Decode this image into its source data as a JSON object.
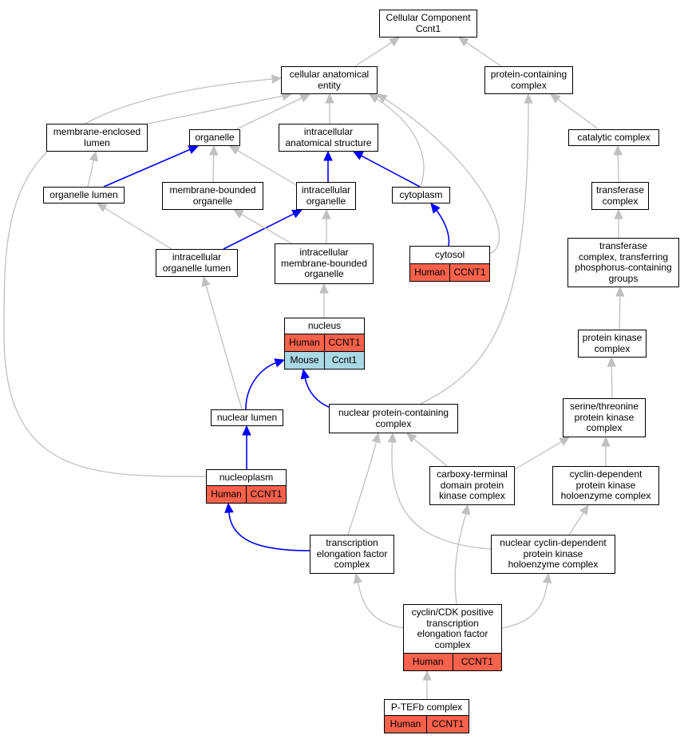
{
  "colors": {
    "human": "#f8614b",
    "mouse": "#aad8e4",
    "is_a": "#c0c0c0",
    "part_of": "#0000ff"
  },
  "nodes": {
    "root": {
      "lines": [
        "Cellular Component",
        "Ccnt1"
      ]
    },
    "cae": {
      "lines": [
        "cellular anatomical",
        "entity"
      ]
    },
    "pcc": {
      "lines": [
        "protein-containing",
        "complex"
      ]
    },
    "mel": {
      "lines": [
        "membrane-enclosed",
        "lumen"
      ]
    },
    "org": {
      "lines": [
        "organelle"
      ]
    },
    "ias": {
      "lines": [
        "intracellular",
        "anatomical structure"
      ]
    },
    "cat": {
      "lines": [
        "catalytic complex"
      ]
    },
    "orglum": {
      "lines": [
        "organelle lumen"
      ]
    },
    "mbo": {
      "lines": [
        "membrane-bounded",
        "organelle"
      ]
    },
    "io": {
      "lines": [
        "intracellular",
        "organelle"
      ]
    },
    "cyto": {
      "lines": [
        "cytoplasm"
      ]
    },
    "tfc": {
      "lines": [
        "transferase",
        "complex"
      ]
    },
    "iol": {
      "lines": [
        "intracellular",
        "organelle lumen"
      ]
    },
    "imbo": {
      "lines": [
        "intracellular",
        "membrane-bounded",
        "organelle"
      ]
    },
    "cytosol": {
      "lines": [
        "cytosol"
      ],
      "rows": [
        [
          "Human",
          "CCNT1"
        ]
      ]
    },
    "tfcp": {
      "lines": [
        "transferase",
        "complex, transferring",
        "phosphorus-containing",
        "groups"
      ]
    },
    "nucleus": {
      "lines": [
        "nucleus"
      ],
      "rows": [
        [
          "Human",
          "CCNT1"
        ],
        [
          "Mouse",
          "Ccnt1"
        ]
      ]
    },
    "pkc": {
      "lines": [
        "protein kinase",
        "complex"
      ]
    },
    "nl": {
      "lines": [
        "nuclear lumen"
      ]
    },
    "npcc": {
      "lines": [
        "nuclear protein-containing",
        "complex"
      ]
    },
    "stpk": {
      "lines": [
        "serine/threonine",
        "protein kinase",
        "complex"
      ]
    },
    "np": {
      "lines": [
        "nucleoplasm"
      ],
      "rows": [
        [
          "Human",
          "CCNT1"
        ]
      ]
    },
    "ctd": {
      "lines": [
        "carboxy-terminal",
        "domain protein",
        "kinase complex"
      ]
    },
    "cdpk": {
      "lines": [
        "cyclin-dependent",
        "protein kinase",
        "holoenzyme complex"
      ]
    },
    "tef": {
      "lines": [
        "transcription",
        "elongation factor",
        "complex"
      ]
    },
    "ncdpk": {
      "lines": [
        "nuclear cyclin-dependent",
        "protein kinase",
        "holoenzyme complex"
      ]
    },
    "cyc": {
      "lines": [
        "cyclin/CDK positive",
        "transcription",
        "elongation factor",
        "complex"
      ],
      "rows": [
        [
          "Human",
          "CCNT1"
        ]
      ]
    },
    "ptefb": {
      "lines": [
        "P-TEFb complex"
      ],
      "rows": [
        [
          "Human",
          "CCNT1"
        ]
      ]
    }
  },
  "edges": [
    {
      "type": "is_a",
      "from": "cae",
      "to": "root"
    },
    {
      "type": "is_a",
      "from": "pcc",
      "to": "root"
    },
    {
      "type": "is_a",
      "from": "mel",
      "to": "cae"
    },
    {
      "type": "is_a",
      "from": "org",
      "to": "cae"
    },
    {
      "type": "is_a",
      "from": "ias",
      "to": "cae"
    },
    {
      "type": "is_a",
      "from": "cyto",
      "to": "cae"
    },
    {
      "type": "is_a",
      "from": "cytosol",
      "to": "cae"
    },
    {
      "type": "is_a",
      "from": "np",
      "to": "cae"
    },
    {
      "type": "is_a",
      "from": "cat",
      "to": "pcc"
    },
    {
      "type": "is_a",
      "from": "npcc",
      "to": "pcc"
    },
    {
      "type": "is_a",
      "from": "orglum",
      "to": "mel"
    },
    {
      "type": "part_of",
      "from": "orglum",
      "to": "org"
    },
    {
      "type": "is_a",
      "from": "mbo",
      "to": "org"
    },
    {
      "type": "is_a",
      "from": "io",
      "to": "org"
    },
    {
      "type": "part_of",
      "from": "io",
      "to": "ias"
    },
    {
      "type": "part_of",
      "from": "cyto",
      "to": "ias"
    },
    {
      "type": "is_a",
      "from": "tfc",
      "to": "cat"
    },
    {
      "type": "is_a",
      "from": "iol",
      "to": "orglum"
    },
    {
      "type": "part_of",
      "from": "iol",
      "to": "io"
    },
    {
      "type": "is_a",
      "from": "imbo",
      "to": "mbo"
    },
    {
      "type": "is_a",
      "from": "imbo",
      "to": "io"
    },
    {
      "type": "part_of",
      "from": "cytosol",
      "to": "cyto"
    },
    {
      "type": "is_a",
      "from": "tfcp",
      "to": "tfc"
    },
    {
      "type": "is_a",
      "from": "nucleus",
      "to": "imbo"
    },
    {
      "type": "is_a",
      "from": "pkc",
      "to": "tfcp"
    },
    {
      "type": "is_a",
      "from": "nl",
      "to": "iol"
    },
    {
      "type": "part_of",
      "from": "nl",
      "to": "nucleus"
    },
    {
      "type": "part_of",
      "from": "npcc",
      "to": "nucleus"
    },
    {
      "type": "is_a",
      "from": "stpk",
      "to": "pkc"
    },
    {
      "type": "part_of",
      "from": "np",
      "to": "nl"
    },
    {
      "type": "is_a",
      "from": "ctd",
      "to": "npcc"
    },
    {
      "type": "is_a",
      "from": "ctd",
      "to": "stpk"
    },
    {
      "type": "is_a",
      "from": "cdpk",
      "to": "stpk"
    },
    {
      "type": "is_a",
      "from": "tef",
      "to": "npcc"
    },
    {
      "type": "part_of",
      "from": "tef",
      "to": "np"
    },
    {
      "type": "is_a",
      "from": "ncdpk",
      "to": "npcc"
    },
    {
      "type": "is_a",
      "from": "ncdpk",
      "to": "cdpk"
    },
    {
      "type": "is_a",
      "from": "cyc",
      "to": "tef"
    },
    {
      "type": "is_a",
      "from": "cyc",
      "to": "ctd"
    },
    {
      "type": "is_a",
      "from": "cyc",
      "to": "ncdpk"
    },
    {
      "type": "is_a",
      "from": "ptefb",
      "to": "cyc"
    }
  ]
}
